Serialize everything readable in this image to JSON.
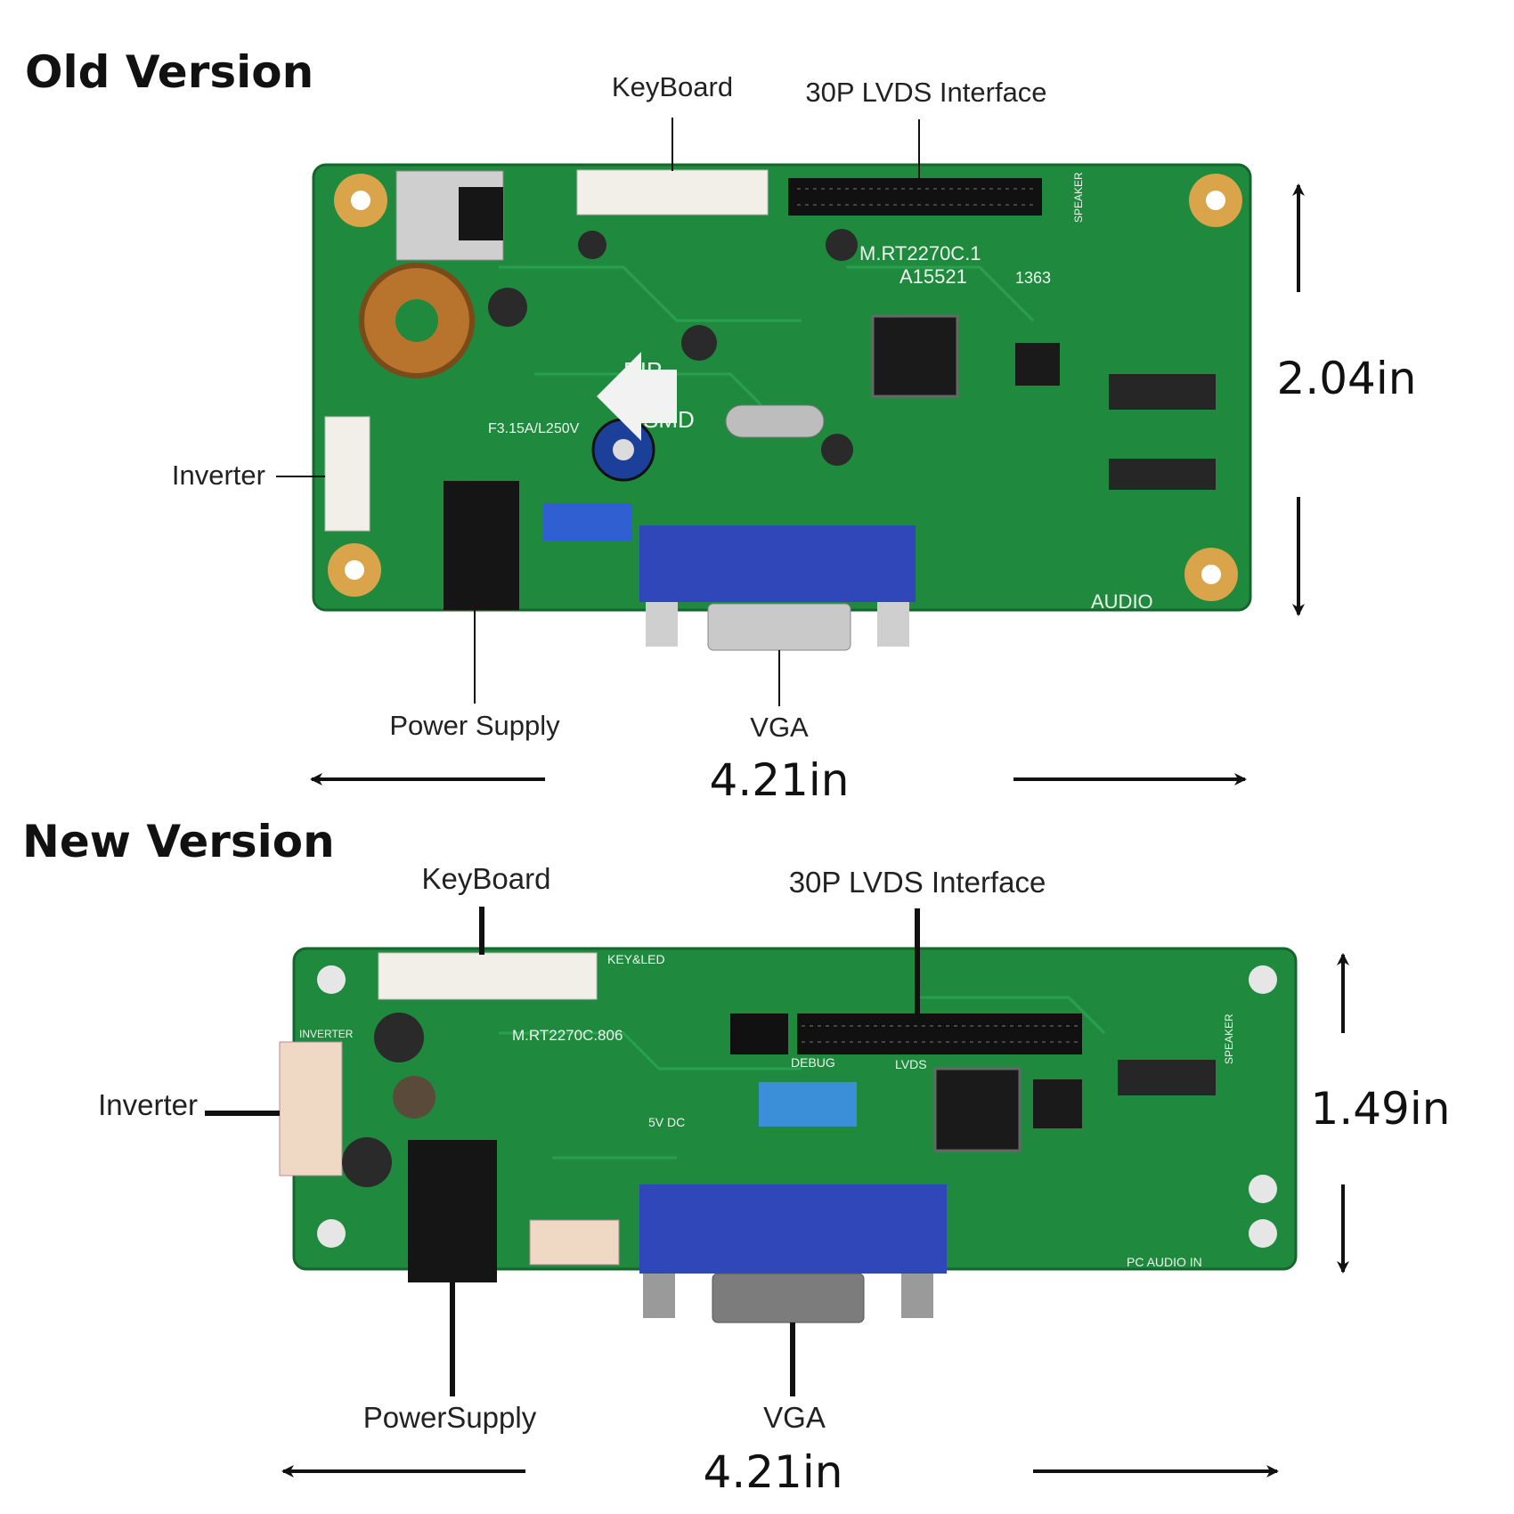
{
  "old": {
    "title": "Old Version",
    "callouts": {
      "keyboard": "KeyBoard",
      "lvds": "30P LVDS Interface",
      "inverter": "Inverter",
      "power": "Power Supply",
      "vga": "VGA"
    },
    "width_label": "4.21in",
    "height_label": "2.04in",
    "board": {
      "model": "M.RT2270C.1",
      "code": "A15521",
      "dip": "DIP",
      "smd": "SMD",
      "fuse": "F3.15A/L250V",
      "audio": "AUDIO",
      "speaker": "SPEAKER",
      "batch": "1363"
    }
  },
  "new": {
    "title": "New Version",
    "callouts": {
      "keyboard": "KeyBoard",
      "lvds": "30P LVDS Interface",
      "inverter": "Inverter",
      "power": "PowerSupply",
      "vga": "VGA"
    },
    "width_label": "4.21in",
    "height_label": "1.49in",
    "board": {
      "model": "M.RT2270C.806",
      "keyled": "KEY&LED",
      "lvds": "LVDS",
      "debug": "DEBUG",
      "audio_in": "PC AUDIO IN",
      "dc": "5V DC",
      "inverter": "INVERTER",
      "speaker": "SPEAKER"
    }
  },
  "colors": {
    "pcb": "#1f8a3e",
    "pcb_dark": "#176c30",
    "vga_blue": "#2f47b8",
    "pad_gold": "#d9a44a"
  }
}
